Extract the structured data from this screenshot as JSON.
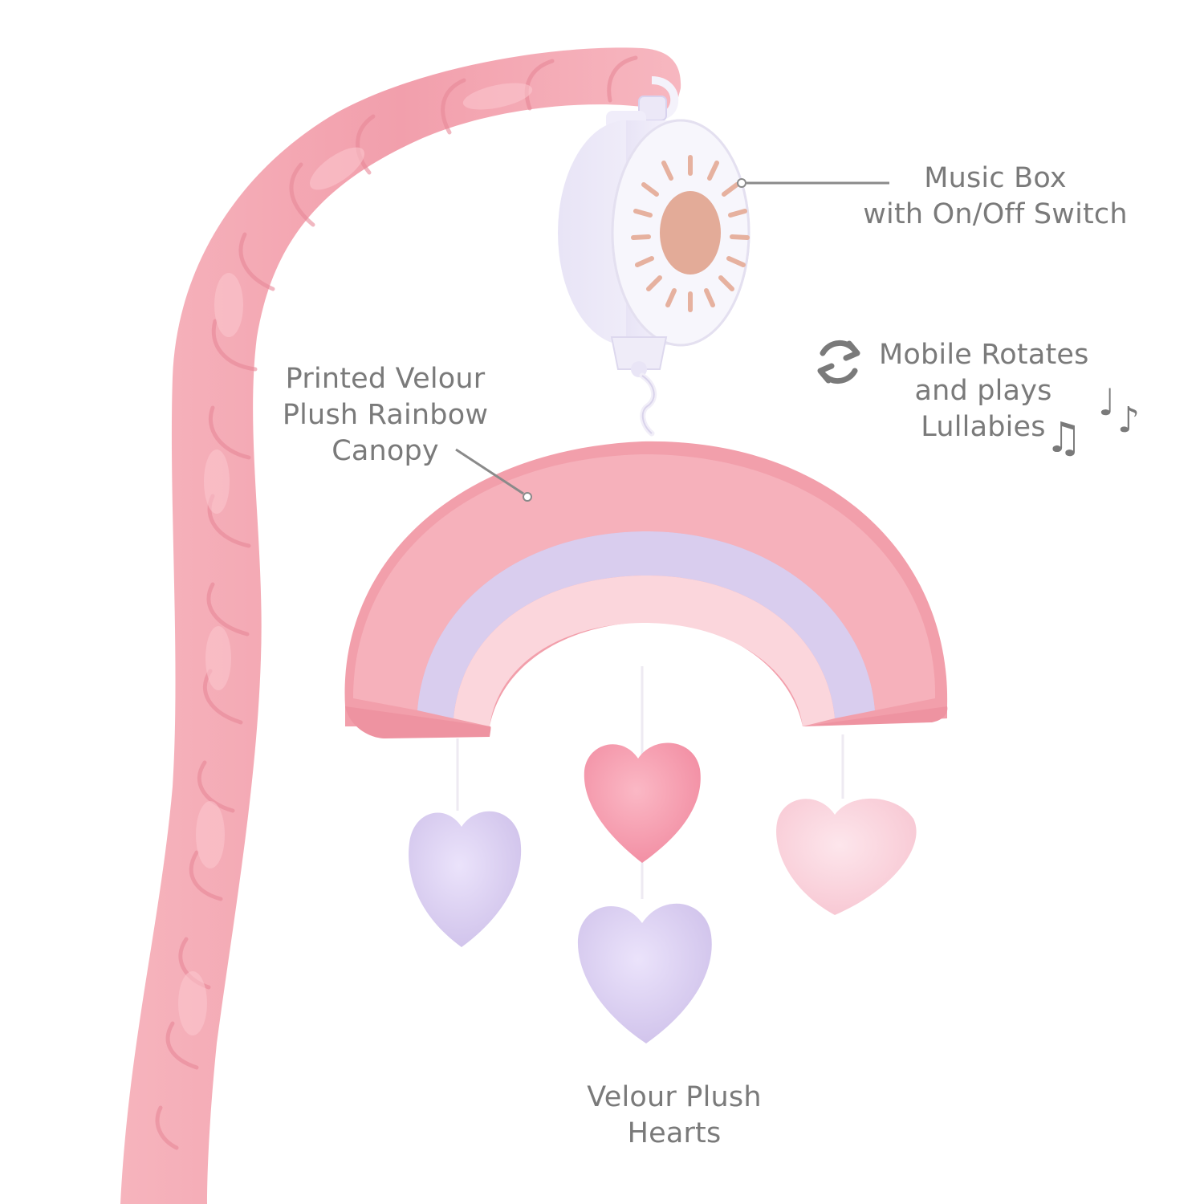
{
  "image": {
    "subject": "pink plush crib mobile with rainbow canopy and hanging hearts",
    "background_color": "#ffffff",
    "colors": {
      "arm_pink": "#f4a7b2",
      "rainbow_outer_pink": "#f7b3bd",
      "rainbow_lavender": "#d9cdee",
      "rainbow_inner_pink": "#fbd7dd",
      "heart_lavender": "#dcd0f2",
      "heart_pink": "#f59aad",
      "heart_light_pink": "#fbd3dc",
      "music_box_white": "#f3f1fa",
      "sun_peach": "#e5ad9a",
      "callout_text": "#7a7a7a",
      "leader_line": "#8a8a8a"
    }
  },
  "callouts": {
    "music_box": {
      "lines": [
        "Music Box",
        "with On/Off Switch"
      ]
    },
    "canopy": {
      "lines": [
        "Printed Velour",
        "Plush Rainbow",
        "Canopy"
      ]
    },
    "rotates": {
      "lines": [
        "Mobile Rotates",
        "and plays",
        "Lullabies"
      ],
      "icon": "rotate-arrows-icon",
      "notes": [
        "♫",
        "♩",
        "♪"
      ]
    },
    "hearts": {
      "lines": [
        "Velour Plush",
        "Hearts"
      ]
    }
  }
}
